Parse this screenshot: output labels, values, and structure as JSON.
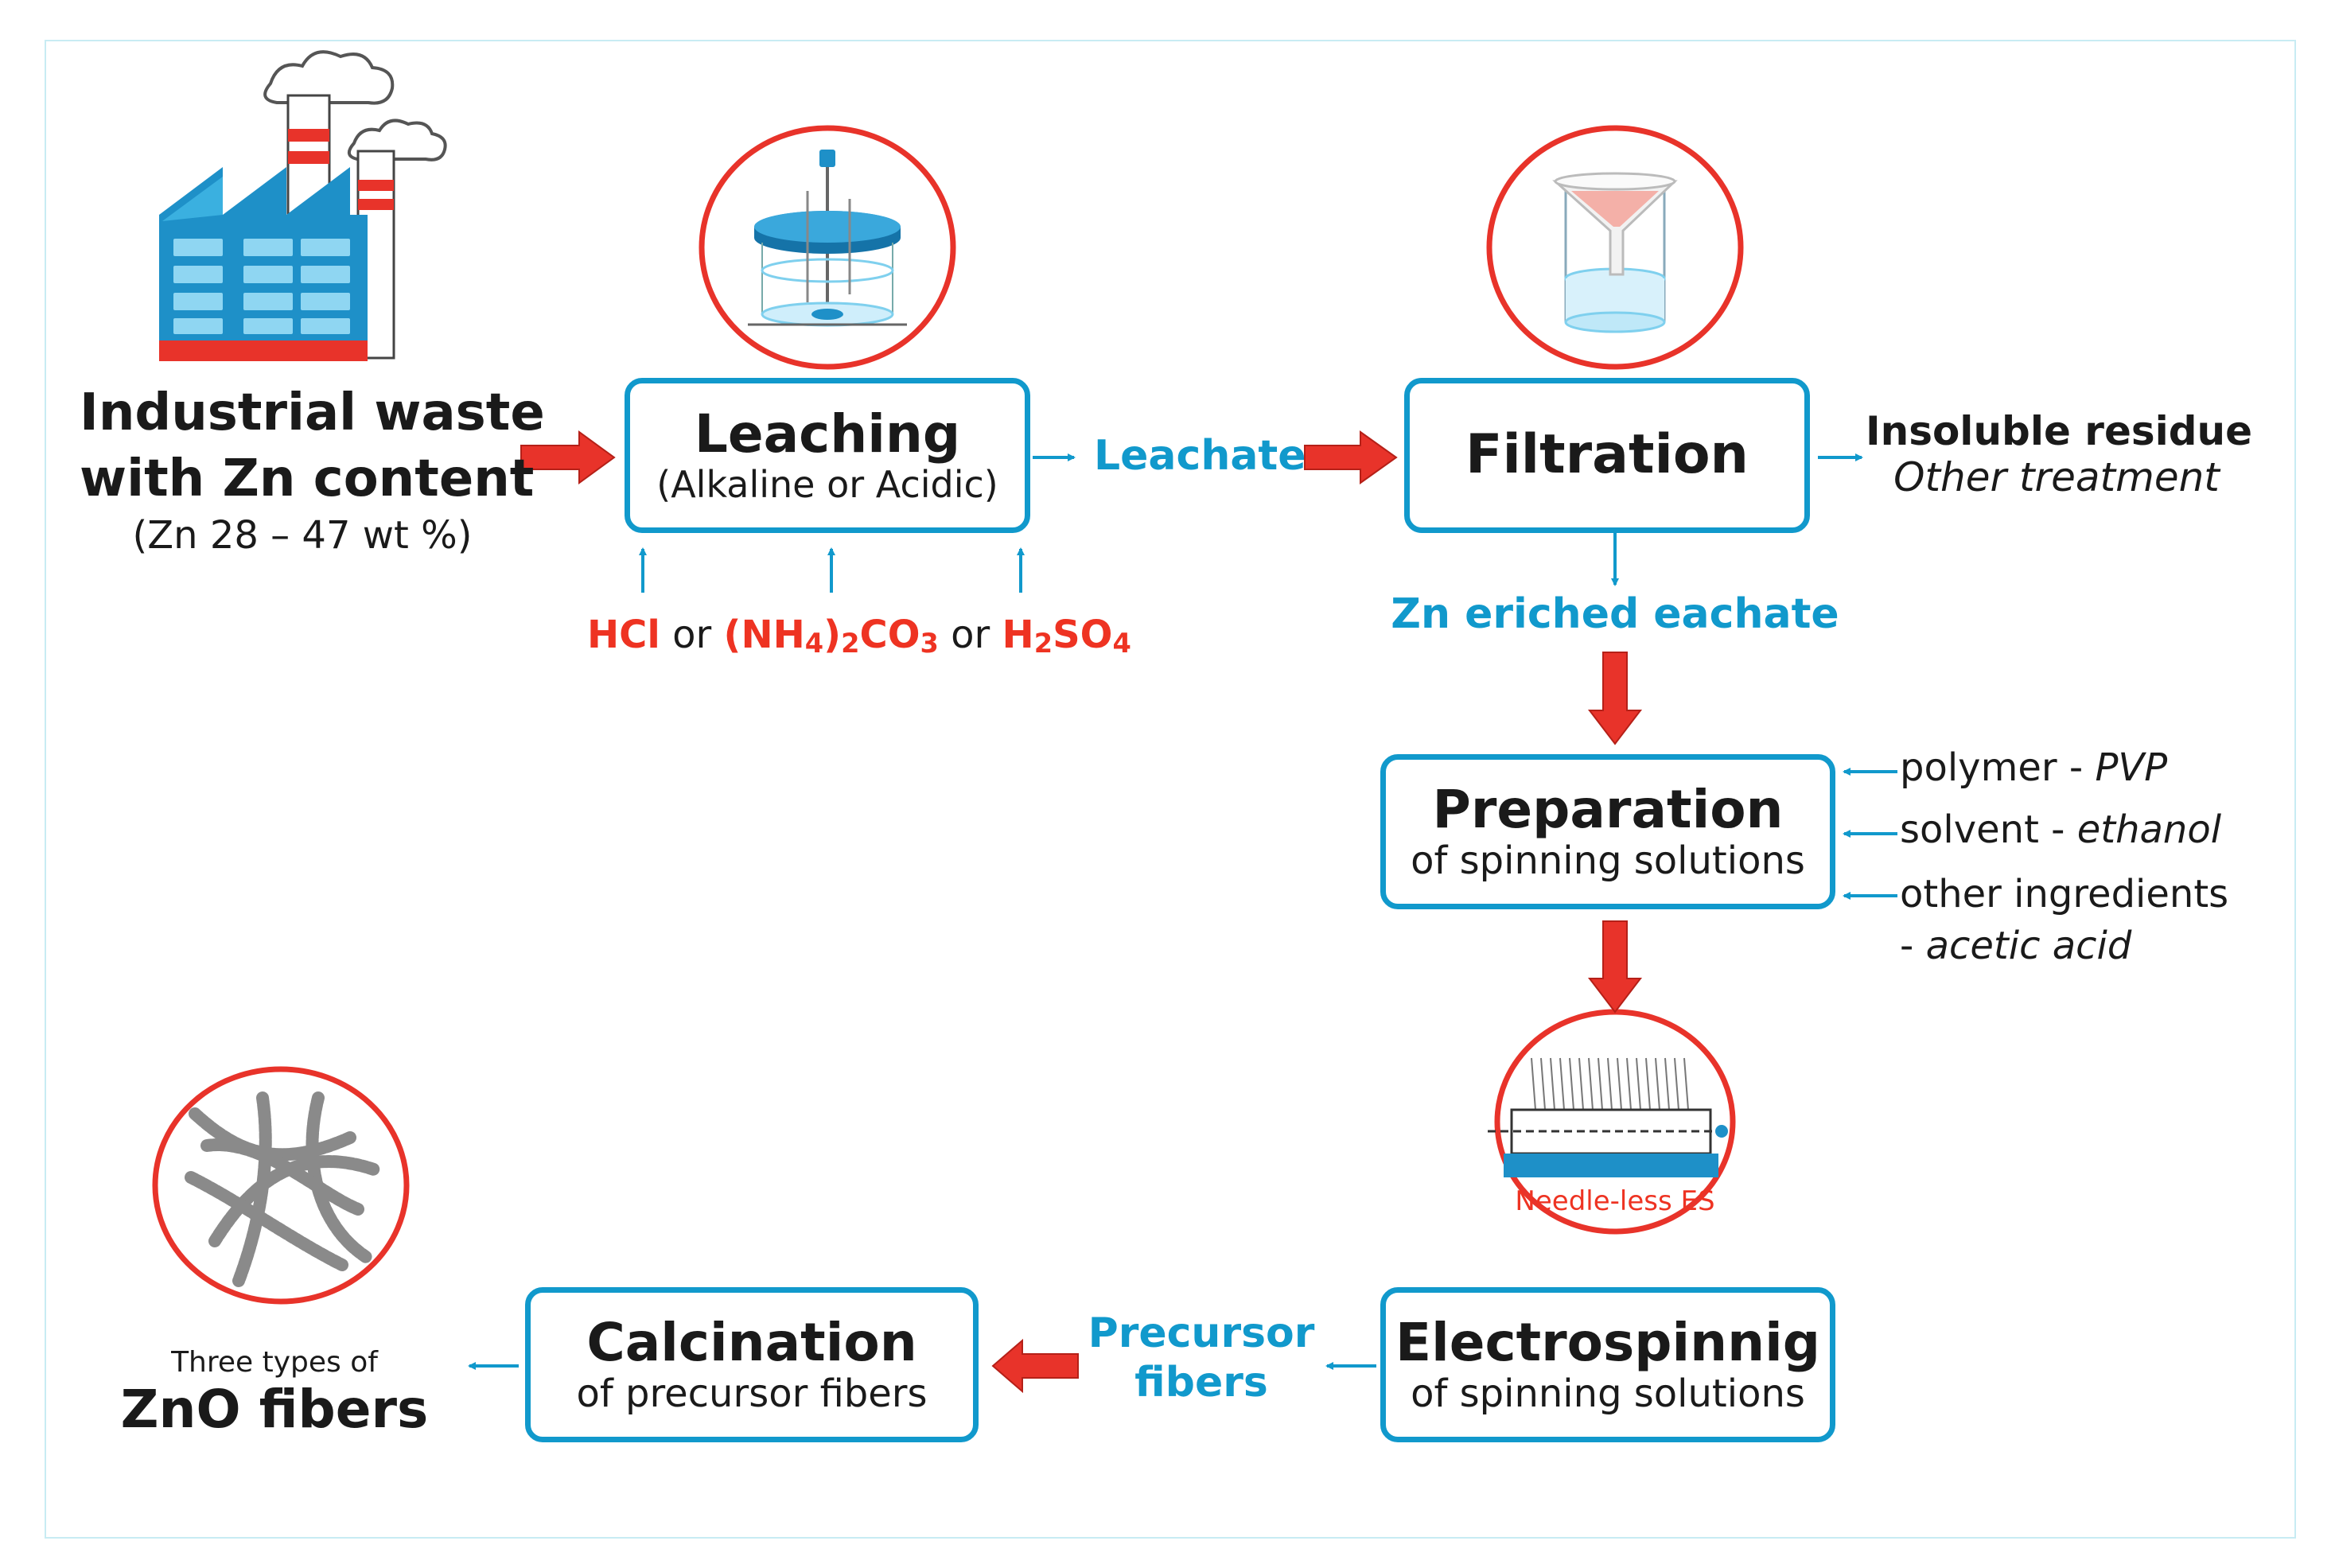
{
  "source": {
    "title_line1": "Industrial waste",
    "title_line2": "with Zn content",
    "composition": "(Zn 28 – 47 wt %)"
  },
  "leaching": {
    "title": "Leaching",
    "subtitle": "(Alkaline or Acidic)",
    "reagent_1": "HCl",
    "or_1": "or",
    "reagent_2_main": "(NH",
    "reagent_2_sub1": "4",
    "reagent_2_mid": ")",
    "reagent_2_sub2": "2",
    "reagent_2_end": "CO",
    "reagent_2_sub3": "3",
    "or_2": "or",
    "reagent_3_main": "H",
    "reagent_3_sub1": "2",
    "reagent_3_end": "SO",
    "reagent_3_sub2": "4"
  },
  "leachate_label": "Leachate",
  "filtration": {
    "title": "Filtration",
    "residue_line1": "Insoluble residue",
    "residue_line2": "Other treatment",
    "output_label": "Zn eriched eachate"
  },
  "preparation": {
    "title": "Preparation",
    "subtitle": "of spinning solutions",
    "input_1_prefix": "polymer - ",
    "input_1_value": "PVP",
    "input_2_prefix": "solvent - ",
    "input_2_value": "ethanol",
    "input_3_line1": "other ingredients",
    "input_3_prefix": "- ",
    "input_3_value": "acetic acid"
  },
  "electrospinning": {
    "title": "Electrospinnig",
    "subtitle": "of spinning solutions",
    "device_label": "Needle-less ES"
  },
  "precursor_label_line1": "Precursor",
  "precursor_label_line2": "fibers",
  "calcination": {
    "title": "Calcination",
    "subtitle": "of precursor fibers"
  },
  "product": {
    "line1": "Three types of",
    "line2": "ZnO fibers"
  },
  "colors": {
    "process_blue": "#1199cc",
    "reagent_red": "#ee3322",
    "text_dark": "#1a1a1a",
    "factory_blue": "#1e90c8",
    "factory_red": "#e8332a"
  }
}
